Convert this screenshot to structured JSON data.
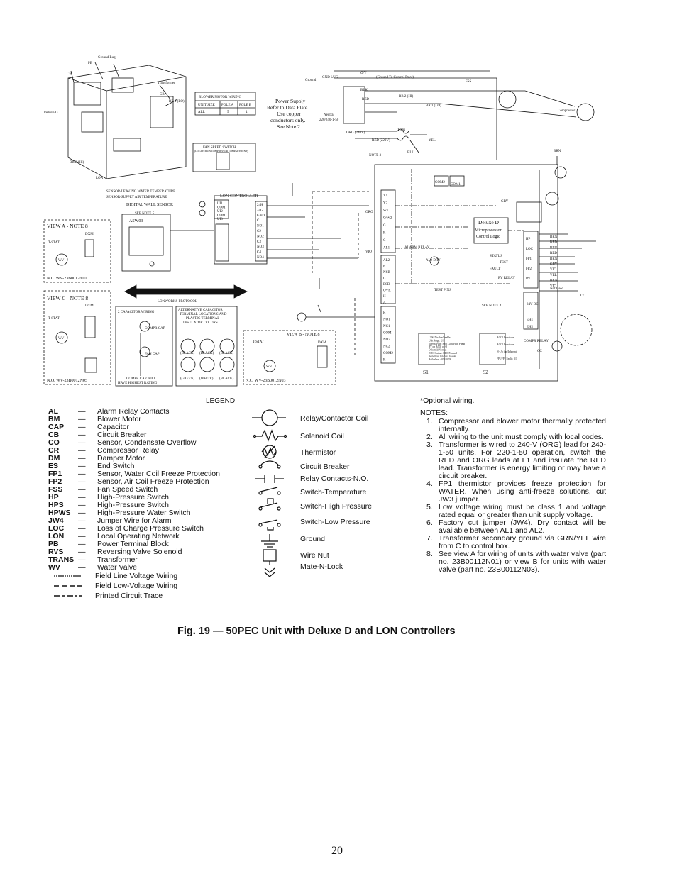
{
  "diagram": {
    "controller_labels": {
      "lon_controller": "LON CONTROLLER",
      "digital_wall_sensor": "DIGITAL WALL SENSOR",
      "see_note_5": "SEE NOTE 5",
      "asw03": "ASW03",
      "lonworks_protocol": "LONWORKS   PROTOCOL",
      "deluxe_d_box": "Deluxe D",
      "microprocessor": "Microprocessor",
      "control_logic": "Control Logic",
      "sensor_lwt": "SENSOR-LEAVING WATER TEMPERATURE",
      "sensor_swt": "SENSOR-SUPPLY AIR TEMPERATURE"
    },
    "wiring_labels": {
      "power_supply": [
        "Power Supply",
        "Refer to Data Plate",
        "Use copper",
        "conductors only.",
        "See Note 2"
      ],
      "ground_to_control_door": "(Ground To Control Door)",
      "gnd_lug": "GND LUG",
      "ground": "Ground",
      "neutral": "Neutral",
      "voltage": "220/240-1-50",
      "org_240v": "ORG (240V)",
      "red_220v": "RED (220V)",
      "trans": "Trans",
      "note3": "NOTE 3",
      "fss": "FSS",
      "bm_hi": "BR 2 (HI)",
      "bm_lo": "BR 1 (LO)",
      "compressor": "Compressor",
      "com1": "COM1",
      "com2": "COM2",
      "alarm_relay": "ALARM RELAY",
      "status": "STATUS",
      "test": "TEST",
      "fault": "FAULT",
      "rv_relay": "RV RELAY",
      "compr_relay": "COMPR RELAY",
      "not_used": "Not Used",
      "al2_dry": "AL2 DRY",
      "see_note4": "SEE NOTE 4",
      "test_pins": "TEST PINS",
      "s1": "S1",
      "s2": "S2",
      "24vdc": "24V DC",
      "eh1": "EH1",
      "eh2": "EH2",
      "cc": "CC",
      "cond_overflow": "CO"
    },
    "terminals_p1": [
      "Y1",
      "Y2",
      "W1",
      "O/W2",
      "G",
      "R",
      "C",
      "AL1"
    ],
    "terminals_p2": [
      "AL2",
      "R",
      "NSB",
      "C",
      "ESD",
      "OVR",
      "H",
      "A"
    ],
    "terminals_p3": [
      "R",
      "NO1",
      "NC1",
      "COM",
      "NO2",
      "NC2",
      "COM2",
      "R"
    ],
    "lon_terminals_left": [
      "UI1",
      "COM",
      "UI2",
      "COM",
      "UI3"
    ],
    "lon_terminals_right": [
      "24H",
      "24G",
      "GND",
      "C1",
      "NO1",
      "C2",
      "NO2",
      "C3",
      "NO3",
      "C4",
      "NO4"
    ],
    "right_terminals": [
      "HP",
      "LOC",
      "FP1",
      "FP2",
      "RV"
    ],
    "right_wires": [
      "BRN",
      "RED",
      "BLU",
      "RED",
      "BRN",
      "GRY",
      "VIO",
      "YEL",
      "BRN",
      "VIO"
    ],
    "s1_switches": [
      "UPS: Disable/Enable",
      "Unit Stage: 2/1",
      "Therm Type: Heat Cool/Heat Pump",
      "RV on B/RV on O",
      "Dehumid/Normal",
      "DDC Output: DDC/Normal",
      "Boilerless: Enable/Disable",
      "Boilerless: 40°F/50°F"
    ],
    "s2_switches": [
      "ACC1 Functions",
      "ACC2 Functions",
      "H-1/b: fan/Inherent",
      "FP1/FP2 Faults: 3/1"
    ],
    "wire_colors": [
      "BLK",
      "RED",
      "YEL",
      "BLU",
      "BRN",
      "ORG",
      "GRY",
      "VIO",
      "G/Y"
    ],
    "views": {
      "view_a": "VIEW A - NOTE 8",
      "view_a_part": "N.C. WV-23B0012N01",
      "view_c": "VIEW C - NOTE 8",
      "view_c_part": "N.O. WV-23B0012N05",
      "view_b": "VIEW B - NOTE 8",
      "view_b_part": "N.C. WV-23B0012N03",
      "dxm": "DXM",
      "tstat": "T-STAT",
      "wv": "WV"
    },
    "capacitor": {
      "two_cap": "2 CAPACITOR WIRING",
      "alt_cap": [
        "ALTERNATIVE CAPACITOR",
        "TERMINAL LOCATIONS AND",
        "PLASTIC TERMINAL",
        "INSULATOR COLORS"
      ],
      "fan_cap": "FAN CAP",
      "compr_cap": "COMPR CAP",
      "compr_cap_will": [
        "COMPR CAP WILL",
        "HAVE HIGHEST RATING"
      ],
      "colors_top": [
        "(BLACK)",
        "(BLACK)",
        "(BLACK)"
      ],
      "colors_bottom": [
        "(GREEN)",
        "(WHITE)",
        "(BLACK)"
      ]
    },
    "unit_box_labels": [
      "Cap",
      "PB",
      "Ground Lug",
      "Transformer",
      "CR",
      "BR 1 (LO)",
      "Deluxe D",
      "BR 2 (HI)",
      "LON"
    ],
    "blower_table": {
      "title": "BLOWER MOTOR WIRING",
      "headers": [
        "UNIT SIZE",
        "POLE A",
        "POLE B"
      ],
      "row": [
        "ALL",
        "5",
        "4"
      ]
    },
    "fan_speed": {
      "title": "FAN SPEED SWITCH",
      "subtitle": "(LOCATED ON COMPRESSOR COMPARTMENT)"
    }
  },
  "legend": {
    "title": "LEGEND",
    "entries": [
      {
        "abbr": "AL",
        "desc": "Alarm Relay Contacts"
      },
      {
        "abbr": "BM",
        "desc": "Blower Motor"
      },
      {
        "abbr": "CAP",
        "desc": "Capacitor"
      },
      {
        "abbr": "CB",
        "desc": "Circuit Breaker"
      },
      {
        "abbr": "CO",
        "desc": "Sensor, Condensate Overflow"
      },
      {
        "abbr": "CR",
        "desc": "Compressor Relay"
      },
      {
        "abbr": "DM",
        "desc": "Damper Motor"
      },
      {
        "abbr": "ES",
        "desc": "End Switch"
      },
      {
        "abbr": "FP1",
        "desc": "Sensor, Water Coil Freeze Protection"
      },
      {
        "abbr": "FP2",
        "desc": "Sensor, Air Coil Freeze Protection"
      },
      {
        "abbr": "FSS",
        "desc": "Fan Speed Switch"
      },
      {
        "abbr": "HP",
        "desc": "High-Pressure Switch"
      },
      {
        "abbr": "HPS",
        "desc": "High-Pressure Switch"
      },
      {
        "abbr": "HPWS",
        "desc": "High-Pressure Water Switch"
      },
      {
        "abbr": "JW4",
        "desc": "Jumper Wire for Alarm"
      },
      {
        "abbr": "LOC",
        "desc": "Loss of Charge Pressure Switch"
      },
      {
        "abbr": "LON",
        "desc": "Local Operating Network"
      },
      {
        "abbr": "PB",
        "desc": "Power Terminal Block"
      },
      {
        "abbr": "RVS",
        "desc": "Reversing Valve Solenoid"
      },
      {
        "abbr": "TRANS",
        "desc": "Transformer"
      },
      {
        "abbr": "WV",
        "desc": "Water Valve"
      }
    ],
    "line_types": [
      {
        "style": "dotted",
        "desc": "Field Line Voltage Wiring"
      },
      {
        "style": "dashed",
        "desc": "Field Low-Voltage Wiring"
      },
      {
        "style": "dashdot",
        "desc": "Printed Circuit Trace"
      }
    ],
    "symbols": [
      {
        "icon": "relay-coil-icon",
        "desc": "Relay/Contactor Coil"
      },
      {
        "icon": "solenoid-coil-icon",
        "desc": "Solenoid Coil"
      },
      {
        "icon": "thermistor-icon",
        "desc": "Thermistor"
      },
      {
        "icon": "circuit-breaker-icon",
        "desc": "Circuit Breaker"
      },
      {
        "icon": "relay-contacts-icon",
        "desc": "Relay Contacts-N.O."
      },
      {
        "icon": "switch-temperature-icon",
        "desc": "Switch-Temperature"
      },
      {
        "icon": "switch-high-pressure-icon",
        "desc": "Switch-High Pressure"
      },
      {
        "icon": "switch-low-pressure-icon",
        "desc": "Switch-Low Pressure"
      },
      {
        "icon": "ground-icon",
        "desc": "Ground"
      },
      {
        "icon": "wire-nut-icon",
        "desc": "Wire Nut"
      },
      {
        "icon": "mate-n-lock-icon",
        "desc": "Mate-N-Lock"
      }
    ]
  },
  "notes": {
    "optional": "*Optional wiring.",
    "title": "NOTES:",
    "items": [
      "Compressor and blower motor thermally protected internally.",
      "All wiring to the unit must comply with local codes.",
      "Transformer is wired to 240-V (ORG) lead for 240-1-50 units. For 220-1-50 operation, switch the RED and ORG leads at L1 and insulate the RED lead. Transformer is energy limiting or may have a circuit breaker.",
      "FP1 thermistor provides freeze protection for WATER. When using anti-freeze solutions, cut JW3 jumper.",
      "Low voltage wiring must be class 1 and voltage rated equal or greater than unit supply voltage.",
      "Factory cut jumper (JW4). Dry contact will be available between AL1 and AL2.",
      "Transformer secondary ground via GRN/YEL wire from C to control box.",
      "See view A for wiring of units with water valve (part no. 23B00112N01) or view B for units with water valve (part no. 23B00112N03)."
    ]
  },
  "caption": "Fig. 19 — 50PEC Unit with Deluxe D and LON Controllers",
  "page_number": "20"
}
